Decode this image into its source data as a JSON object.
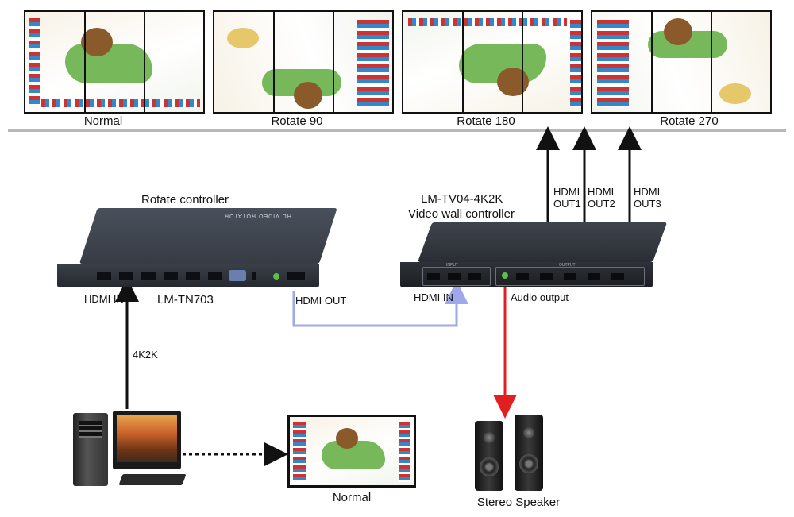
{
  "modes": [
    {
      "caption": "Normal"
    },
    {
      "caption": "Rotate 90"
    },
    {
      "caption": "Rotate 180"
    },
    {
      "caption": "Rotate 270"
    }
  ],
  "rotate_controller": {
    "title": "Rotate controller",
    "model": "LM-TN703",
    "hdmi_in": "HDMI IN",
    "hdmi_out": "HDMI OUT",
    "panel_text": "HD VIDEO ROTATOR"
  },
  "video_wall": {
    "model": "LM-TV04-4K2K",
    "title": "Video wall controller",
    "hdmi_in": "HDMI IN",
    "audio": "Audio output",
    "outputs": [
      "HDMI\nOUT1",
      "HDMI\nOUT2",
      "HDMI\nOUT3"
    ],
    "panel_input": "INPUT",
    "panel_output": "OUTPUT"
  },
  "source": {
    "signal": "4K2K"
  },
  "monitor": {
    "caption": "Normal"
  },
  "speaker": {
    "caption": "Stereo Speaker"
  },
  "colors": {
    "video_link": "#9fa8e8",
    "audio_link": "#e02020",
    "signal": "#111111",
    "divider": "#b8b8b8"
  }
}
